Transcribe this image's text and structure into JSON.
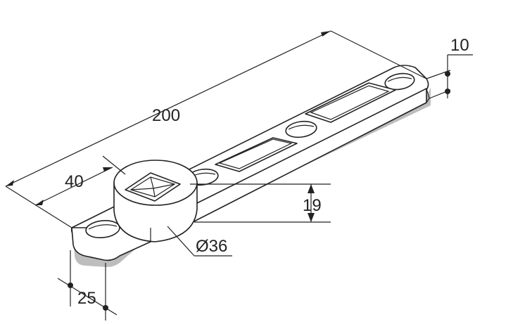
{
  "dimensions": {
    "length": "200",
    "offset": "40",
    "thickness": "10",
    "hub_height": "19",
    "hub_diameter": "Ø36",
    "width": "25"
  },
  "colors": {
    "line": "#222222",
    "shadow": "#bdbdbd",
    "background": "#ffffff"
  }
}
